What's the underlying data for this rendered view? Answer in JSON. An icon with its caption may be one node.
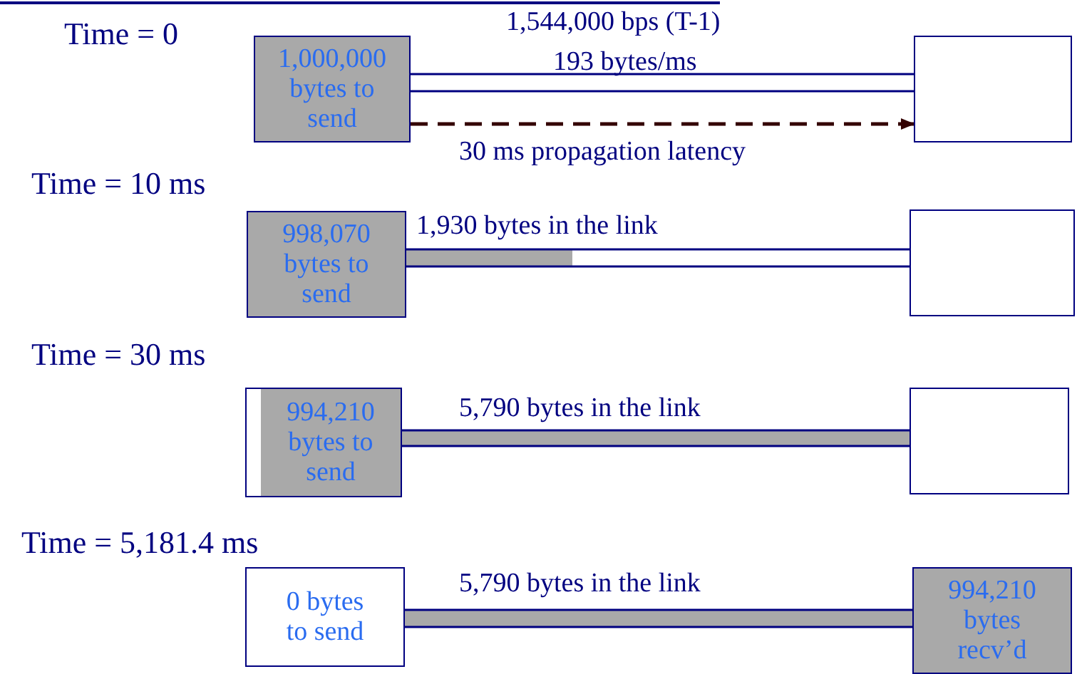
{
  "diagram": {
    "nodes": [
      {
        "text": [
          "1,000,000 bytes to send"
        ]
      },
      {
        "text": [],
        "shape": "box"
      },
      {
        "text": [
          "998,070 bytes to send"
        ]
      },
      {
        "text": [],
        "shape": "box"
      },
      {
        "text": [
          "994,210 bytes to send"
        ]
      },
      {
        "text": [],
        "shape": "box"
      },
      {
        "text": [
          "0 bytes to send"
        ]
      },
      {
        "text": [
          "994,210 bytes recv’d"
        ]
      }
    ],
    "edges": [
      {
        "from": 0,
        "to": 1,
        "arrow": "none",
        "label": "193 bytes/ms"
      },
      {
        "from": 0,
        "to": 1,
        "arrow": "to",
        "style": "dashed",
        "color": "#330000",
        "label": "30 ms propagation latency"
      },
      {
        "from": 2,
        "to": 3,
        "arrow": "none",
        "label": "1,930 bytes in the link"
      },
      {
        "from": 4,
        "to": 5,
        "arrow": "none",
        "label": "5,790 bytes in the link"
      },
      {
        "from": 6,
        "to": 7,
        "arrow": "none",
        "label": "5,790 bytes in the link"
      }
    ],
    "labels": [
      "Time = 0",
      "1,544,000 bps (T-1)",
      "Time = 10 ms",
      "Time = 30 ms",
      "Time = 5,181.4 ms"
    ]
  }
}
